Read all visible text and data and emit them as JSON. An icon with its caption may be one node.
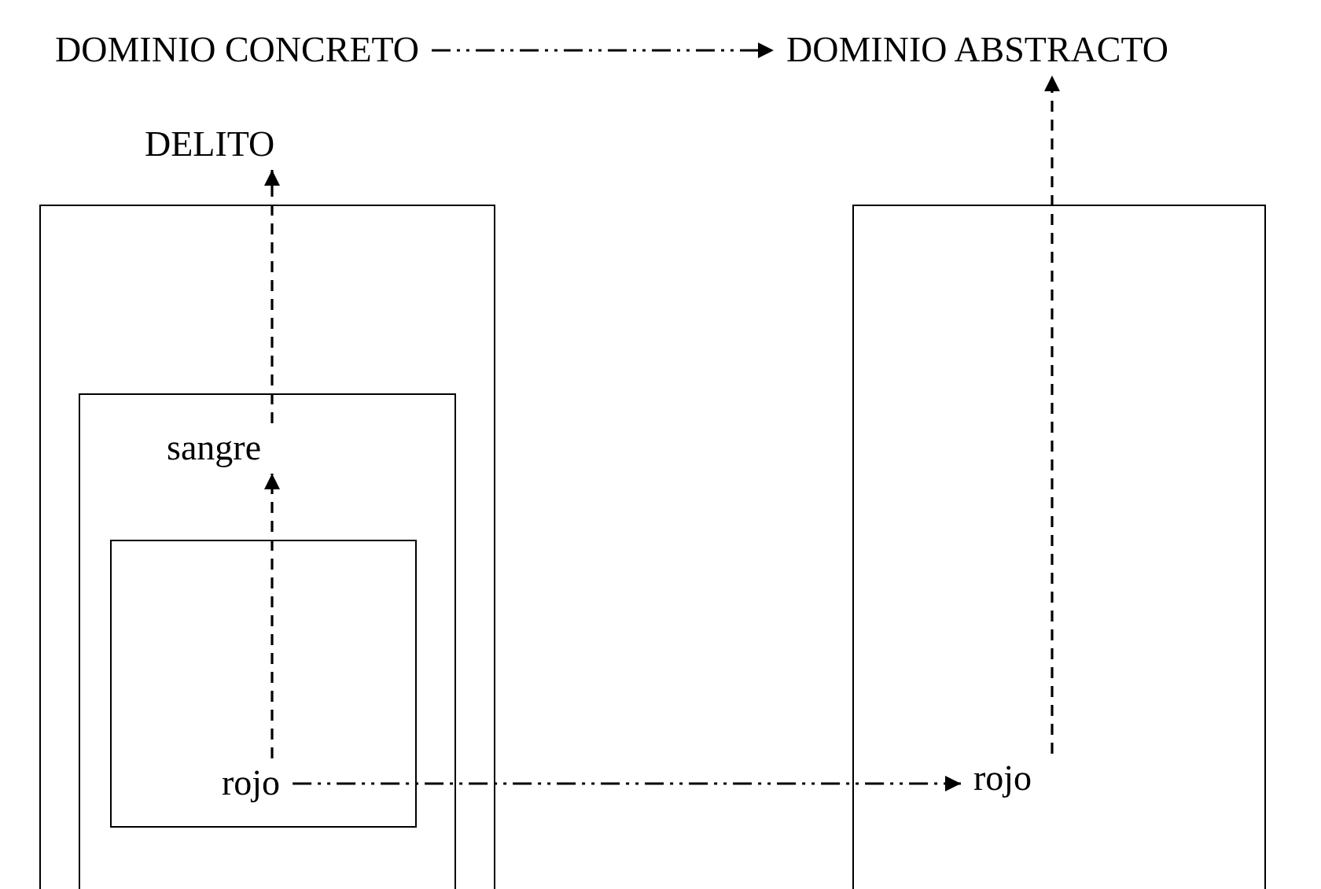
{
  "diagram": {
    "nodes": [
      {
        "text": [
          "DOMINIO CONCRETO"
        ]
      },
      {
        "text": [
          "DOMINIO ABSTRACTO"
        ]
      },
      {
        "text": [
          "DELITO"
        ]
      },
      {
        "text": [],
        "shape": "box"
      },
      {
        "text": [],
        "shape": "box",
        "in": 3
      },
      {
        "text": [
          "sangre"
        ],
        "in": 4
      },
      {
        "text": [],
        "shape": "box",
        "in": 4
      },
      {
        "text": [
          "rojo"
        ],
        "in": 6
      },
      {
        "text": [],
        "shape": "box"
      },
      {
        "text": [
          "rojo"
        ],
        "in": 8
      }
    ],
    "edges": [
      {
        "from": 0,
        "to": 1,
        "arrow": "to",
        "style": "dashed"
      },
      {
        "from": 5,
        "to": 2,
        "arrow": "to",
        "style": "dashed"
      },
      {
        "from": 7,
        "to": 5,
        "arrow": "to",
        "style": "dashed"
      },
      {
        "from": 7,
        "to": 9,
        "arrow": "to",
        "style": "dashed"
      },
      {
        "from": 9,
        "to": 1,
        "arrow": "to",
        "style": "dashed"
      }
    ]
  }
}
